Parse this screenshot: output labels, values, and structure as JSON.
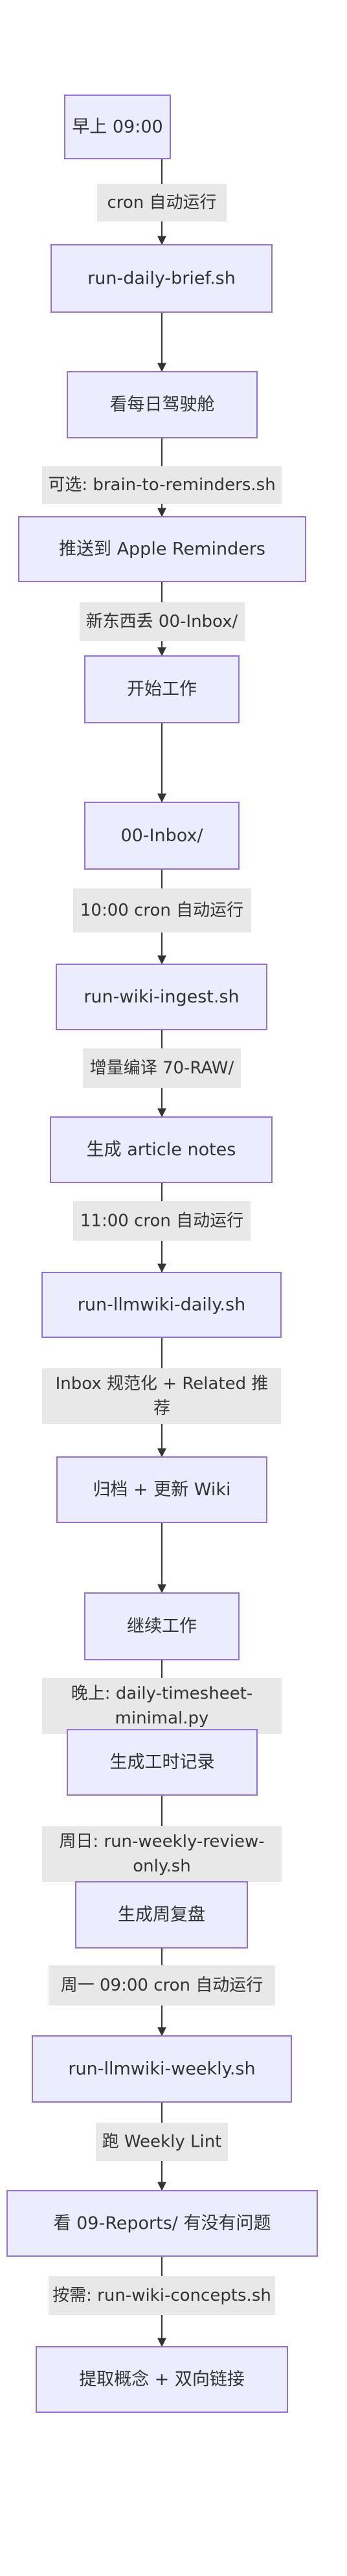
{
  "colors": {
    "node_fill": "#ECECFF",
    "node_stroke": "#9370DB",
    "edge": "#333333",
    "label_bg": "#E8E8E8",
    "text": "#333333"
  },
  "nodes": [
    "早上 09:00",
    "run-daily-brief.sh",
    "看每日驾驶舱",
    "推送到 Apple Reminders",
    "开始工作",
    "00-Inbox/",
    "run-wiki-ingest.sh",
    "生成 article notes",
    "run-llmwiki-daily.sh",
    "归档 + 更新 Wiki",
    "继续工作",
    "生成工时记录",
    "生成周复盘",
    "run-llmwiki-weekly.sh",
    "看 09-Reports/ 有没有问题",
    "提取概念 + 双向链接"
  ],
  "edges": [
    {
      "from": 0,
      "to": 1,
      "label": [
        "cron 自动运行"
      ]
    },
    {
      "from": 1,
      "to": 2,
      "label": []
    },
    {
      "from": 2,
      "to": 3,
      "label": [
        "可选: brain-to-reminders.sh"
      ]
    },
    {
      "from": 3,
      "to": 4,
      "label": []
    },
    {
      "from": 4,
      "to": 5,
      "label": [
        "新东西丢 00-Inbox/"
      ]
    },
    {
      "from": 5,
      "to": 6,
      "label": [
        "10:00 cron 自动运行"
      ]
    },
    {
      "from": 6,
      "to": 7,
      "label": [
        "增量编译 70-RAW/"
      ]
    },
    {
      "from": 7,
      "to": 8,
      "label": [
        "11:00 cron 自动运行"
      ]
    },
    {
      "from": 8,
      "to": 9,
      "label": [
        "Inbox 规范化 + Related 推",
        "荐"
      ]
    },
    {
      "from": 9,
      "to": 10,
      "label": []
    },
    {
      "from": 10,
      "to": 11,
      "label": [
        "晚上: daily-timesheet-",
        "minimal.py"
      ]
    },
    {
      "from": 11,
      "to": 12,
      "label": [
        "周日: run-weekly-review-",
        "only.sh"
      ]
    },
    {
      "from": 12,
      "to": 13,
      "label": [
        "周一 09:00 cron 自动运行"
      ]
    },
    {
      "from": 13,
      "to": 14,
      "label": [
        "跑 Weekly Lint"
      ]
    },
    {
      "from": 14,
      "to": 15,
      "label": [
        "按需: run-wiki-concepts.sh"
      ]
    }
  ]
}
